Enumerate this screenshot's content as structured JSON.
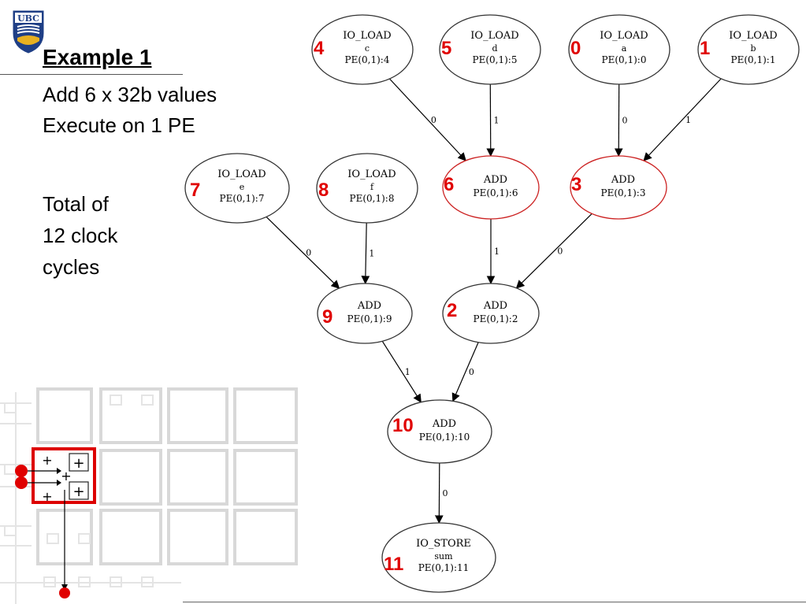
{
  "slide": {
    "title": "Example 1",
    "lines": [
      "Add 6 x 32b values",
      "Execute on 1 PE"
    ],
    "total_lines": [
      "Total of",
      "12 clock",
      "cycles"
    ],
    "logo_text": "UBC"
  },
  "graph": {
    "nodes": [
      {
        "id": "n4",
        "op": "IO_LOAD",
        "arg": "c",
        "pe": "PE(0,1):4",
        "order": "4",
        "highlight": false
      },
      {
        "id": "n5",
        "op": "IO_LOAD",
        "arg": "d",
        "pe": "PE(0,1):5",
        "order": "5",
        "highlight": false
      },
      {
        "id": "n0",
        "op": "IO_LOAD",
        "arg": "a",
        "pe": "PE(0,1):0",
        "order": "0",
        "highlight": false
      },
      {
        "id": "n1",
        "op": "IO_LOAD",
        "arg": "b",
        "pe": "PE(0,1):1",
        "order": "1",
        "highlight": false
      },
      {
        "id": "n7",
        "op": "IO_LOAD",
        "arg": "e",
        "pe": "PE(0,1):7",
        "order": "7",
        "highlight": false
      },
      {
        "id": "n8",
        "op": "IO_LOAD",
        "arg": "f",
        "pe": "PE(0,1):8",
        "order": "8",
        "highlight": false
      },
      {
        "id": "n6",
        "op": "ADD",
        "arg": "",
        "pe": "PE(0,1):6",
        "order": "6",
        "highlight": true
      },
      {
        "id": "n3",
        "op": "ADD",
        "arg": "",
        "pe": "PE(0,1):3",
        "order": "3",
        "highlight": true
      },
      {
        "id": "n9",
        "op": "ADD",
        "arg": "",
        "pe": "PE(0,1):9",
        "order": "9",
        "highlight": false
      },
      {
        "id": "n2",
        "op": "ADD",
        "arg": "",
        "pe": "PE(0,1):2",
        "order": "2",
        "highlight": false
      },
      {
        "id": "n10",
        "op": "ADD",
        "arg": "",
        "pe": "PE(0,1):10",
        "order": "10",
        "highlight": false
      },
      {
        "id": "n11",
        "op": "IO_STORE",
        "arg": "sum",
        "pe": "PE(0,1):11",
        "order": "11",
        "highlight": false
      }
    ],
    "edges": [
      {
        "from": "n4",
        "to": "n6",
        "label": "0"
      },
      {
        "from": "n5",
        "to": "n6",
        "label": "1"
      },
      {
        "from": "n0",
        "to": "n3",
        "label": "0"
      },
      {
        "from": "n1",
        "to": "n3",
        "label": "1"
      },
      {
        "from": "n7",
        "to": "n9",
        "label": "0"
      },
      {
        "from": "n8",
        "to": "n9",
        "label": "1"
      },
      {
        "from": "n6",
        "to": "n2",
        "label": "1"
      },
      {
        "from": "n3",
        "to": "n2",
        "label": "0"
      },
      {
        "from": "n9",
        "to": "n10",
        "label": "1"
      },
      {
        "from": "n2",
        "to": "n10",
        "label": "0"
      },
      {
        "from": "n10",
        "to": "n11",
        "label": "0"
      }
    ]
  },
  "pe_inset": {
    "op_symbol": "+"
  },
  "colors": {
    "highlight": "#cc2222",
    "order_number": "#e00000",
    "node_stroke": "#333333",
    "pe_box": "#dd0000"
  }
}
